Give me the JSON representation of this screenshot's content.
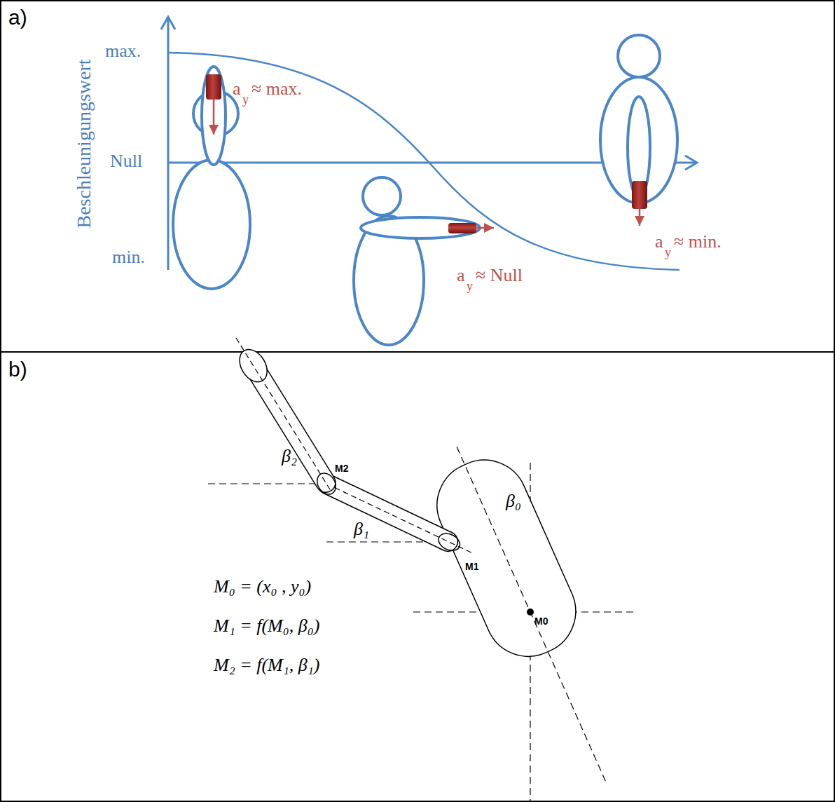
{
  "diagram": {
    "labels": [
      "a)",
      "max.",
      "Null",
      "min.",
      "Beschleunigungswert",
      "a",
      "y",
      "≈ max.",
      "a",
      "y",
      "≈ Null",
      "a",
      "y",
      "≈ min.",
      "b)",
      "β₂",
      "M2",
      "β₁",
      "M1",
      "β₀",
      "M0",
      "M₀ = (x₀ , y₀)",
      "M₁ = f(M₀, β₀)",
      "M₂ = f(M₁, β₁)"
    ]
  }
}
